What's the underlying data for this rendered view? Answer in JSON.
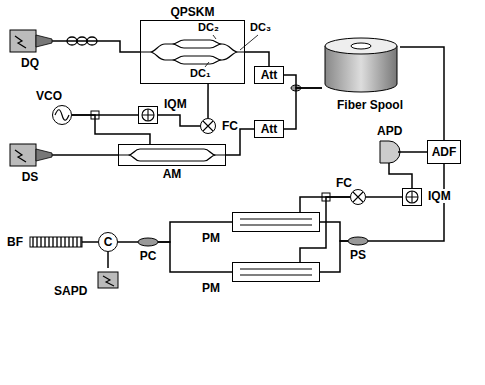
{
  "diagram": {
    "nodes": [
      {
        "text": [
          "DQ"
        ]
      },
      {
        "text": [
          "QPSKM"
        ]
      },
      {
        "text": [
          "VCO"
        ]
      },
      {
        "text": [
          "IQM"
        ]
      },
      {
        "text": [
          "FC"
        ]
      },
      {
        "text": [
          "Att"
        ]
      },
      {
        "text": [
          "Att"
        ]
      },
      {
        "text": [
          "DS"
        ]
      },
      {
        "text": [
          "AM"
        ]
      },
      {
        "text": [
          "Fiber Spool"
        ]
      },
      {
        "text": [
          "ADF"
        ]
      },
      {
        "text": [
          "APD"
        ]
      },
      {
        "text": [
          "IQM"
        ]
      },
      {
        "text": [
          "FC"
        ]
      },
      {
        "text": [
          "PS"
        ]
      },
      {
        "text": [
          "PM"
        ]
      },
      {
        "text": [
          "PM"
        ]
      },
      {
        "text": [
          "PC"
        ]
      },
      {
        "text": [
          "C"
        ]
      },
      {
        "text": [
          "BF"
        ]
      },
      {
        "text": [
          "SAPD"
        ]
      }
    ],
    "edges": [
      {
        "from": 0,
        "to": 1,
        "arrow": "none"
      },
      {
        "from": 1,
        "to": 5,
        "arrow": "none"
      },
      {
        "from": 2,
        "to": 3,
        "arrow": "none"
      },
      {
        "from": 2,
        "to": 8,
        "arrow": "none"
      },
      {
        "from": 3,
        "to": 4,
        "arrow": "none"
      },
      {
        "from": 4,
        "to": 1,
        "arrow": "none"
      },
      {
        "from": 7,
        "to": 8,
        "arrow": "none"
      },
      {
        "from": 8,
        "to": 6,
        "arrow": "none"
      },
      {
        "from": 5,
        "to": 9,
        "arrow": "none"
      },
      {
        "from": 6,
        "to": 9,
        "arrow": "none"
      },
      {
        "from": 9,
        "to": 10,
        "arrow": "none"
      },
      {
        "from": 10,
        "to": 11,
        "arrow": "none"
      },
      {
        "from": 11,
        "to": 12,
        "arrow": "none"
      },
      {
        "from": 12,
        "to": 13,
        "arrow": "none"
      },
      {
        "from": 13,
        "to": 15,
        "arrow": "none"
      },
      {
        "from": 13,
        "to": 16,
        "arrow": "none"
      },
      {
        "from": 10,
        "to": 14,
        "arrow": "none"
      },
      {
        "from": 14,
        "to": 15,
        "arrow": "none"
      },
      {
        "from": 14,
        "to": 16,
        "arrow": "none"
      },
      {
        "from": 15,
        "to": 17,
        "arrow": "none"
      },
      {
        "from": 16,
        "to": 17,
        "arrow": "none"
      },
      {
        "from": 17,
        "to": 18,
        "arrow": "none"
      },
      {
        "from": 18,
        "to": 19,
        "arrow": "none"
      },
      {
        "from": 18,
        "to": 20,
        "arrow": "none"
      }
    ],
    "labels": [
      "DC₂",
      "DC₃",
      "DC₁"
    ]
  }
}
